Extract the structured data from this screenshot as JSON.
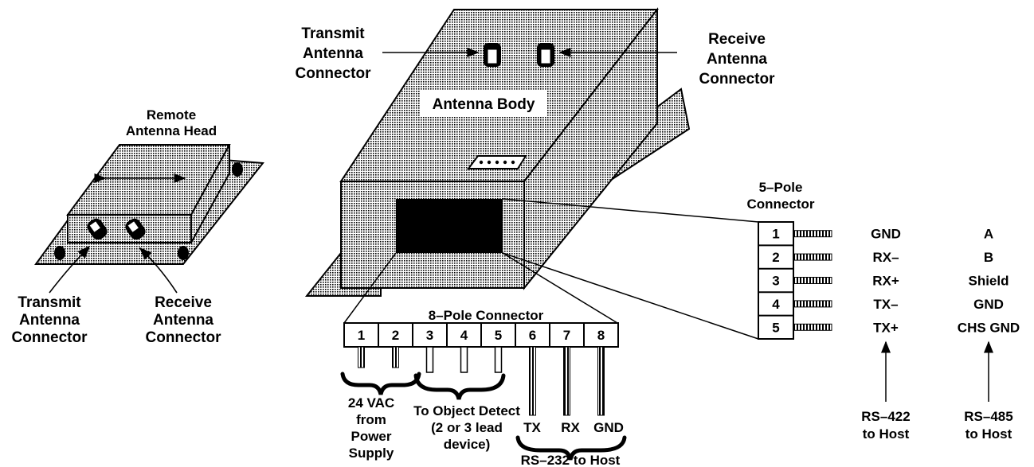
{
  "colors": {
    "ink": "#000000",
    "dotted_fill": "#c8c8c8",
    "paper": "#ffffff"
  },
  "remote_head": {
    "title_line1": "Remote",
    "title_line2": "Antenna Head",
    "tx_label": [
      "Transmit",
      "Antenna",
      "Connector"
    ],
    "rx_label": [
      "Receive",
      "Antenna",
      "Connector"
    ]
  },
  "antenna_body": {
    "title": "Antenna Body",
    "tx_label": [
      "Transmit",
      "Antenna",
      "Connector"
    ],
    "rx_label": [
      "Receive",
      "Antenna",
      "Connector"
    ]
  },
  "connector5": {
    "title_line1": "5–Pole",
    "title_line2": "Connector",
    "pins": [
      "1",
      "2",
      "3",
      "4",
      "5"
    ],
    "rs422_signals": [
      "GND",
      "RX–",
      "RX+",
      "TX–",
      "TX+"
    ],
    "rs485_signals": [
      "A",
      "B",
      "Shield",
      "GND",
      "CHS GND"
    ],
    "rs422_label": [
      "RS–422",
      "to Host"
    ],
    "rs485_label": [
      "RS–485",
      "to Host"
    ]
  },
  "connector8": {
    "title": "8–Pole Connector",
    "pins": [
      "1",
      "2",
      "3",
      "4",
      "5",
      "6",
      "7",
      "8"
    ],
    "power_label": [
      "24  VAC",
      "from",
      "Power",
      "Supply"
    ],
    "object_detect_label": [
      "To Object Detect",
      "(2 or 3 lead",
      "device)"
    ],
    "serial_signals": [
      "TX",
      "RX",
      "GND"
    ],
    "rs232_label": "RS–232 to Host"
  }
}
